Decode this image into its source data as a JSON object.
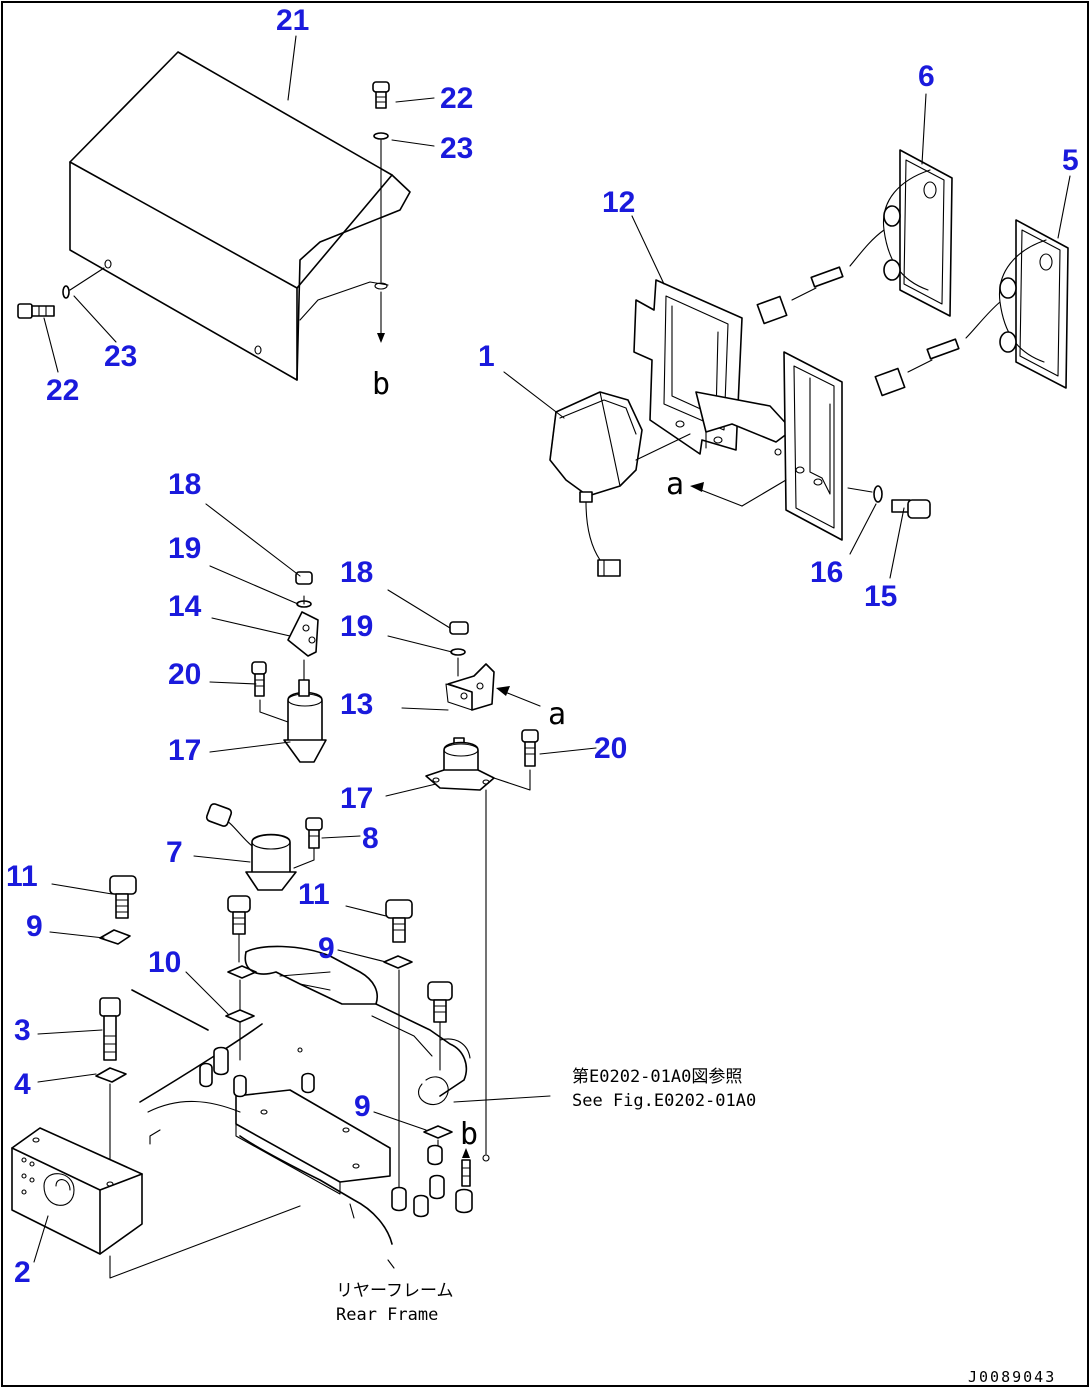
{
  "callouts": {
    "c21": "21",
    "c22a": "22",
    "c23a": "23",
    "c23b": "23",
    "c22b": "22",
    "c6": "6",
    "c5": "5",
    "c12": "12",
    "c1": "1",
    "c16": "16",
    "c15": "15",
    "c18a": "18",
    "c19a": "19",
    "c14": "14",
    "c20a": "20",
    "c17a": "17",
    "c18b": "18",
    "c19b": "19",
    "c13": "13",
    "c20b": "20",
    "c17b": "17",
    "c7": "7",
    "c8": "8",
    "c11a": "11",
    "c11b": "11",
    "c9a": "9",
    "c9b": "9",
    "c9c": "9",
    "c10": "10",
    "c3": "3",
    "c4": "4",
    "c2": "2"
  },
  "refs": {
    "b_top": "b",
    "a_upper": "a",
    "a_lower": "a",
    "b_lower": "b"
  },
  "notes": {
    "see_fig_jp": "第E0202-01A0図参照",
    "see_fig_en": "See Fig.E0202-01A0",
    "rear_frame_jp": "リヤーフレーム",
    "rear_frame_en": "Rear Frame"
  },
  "drawing_code": "J0089043"
}
